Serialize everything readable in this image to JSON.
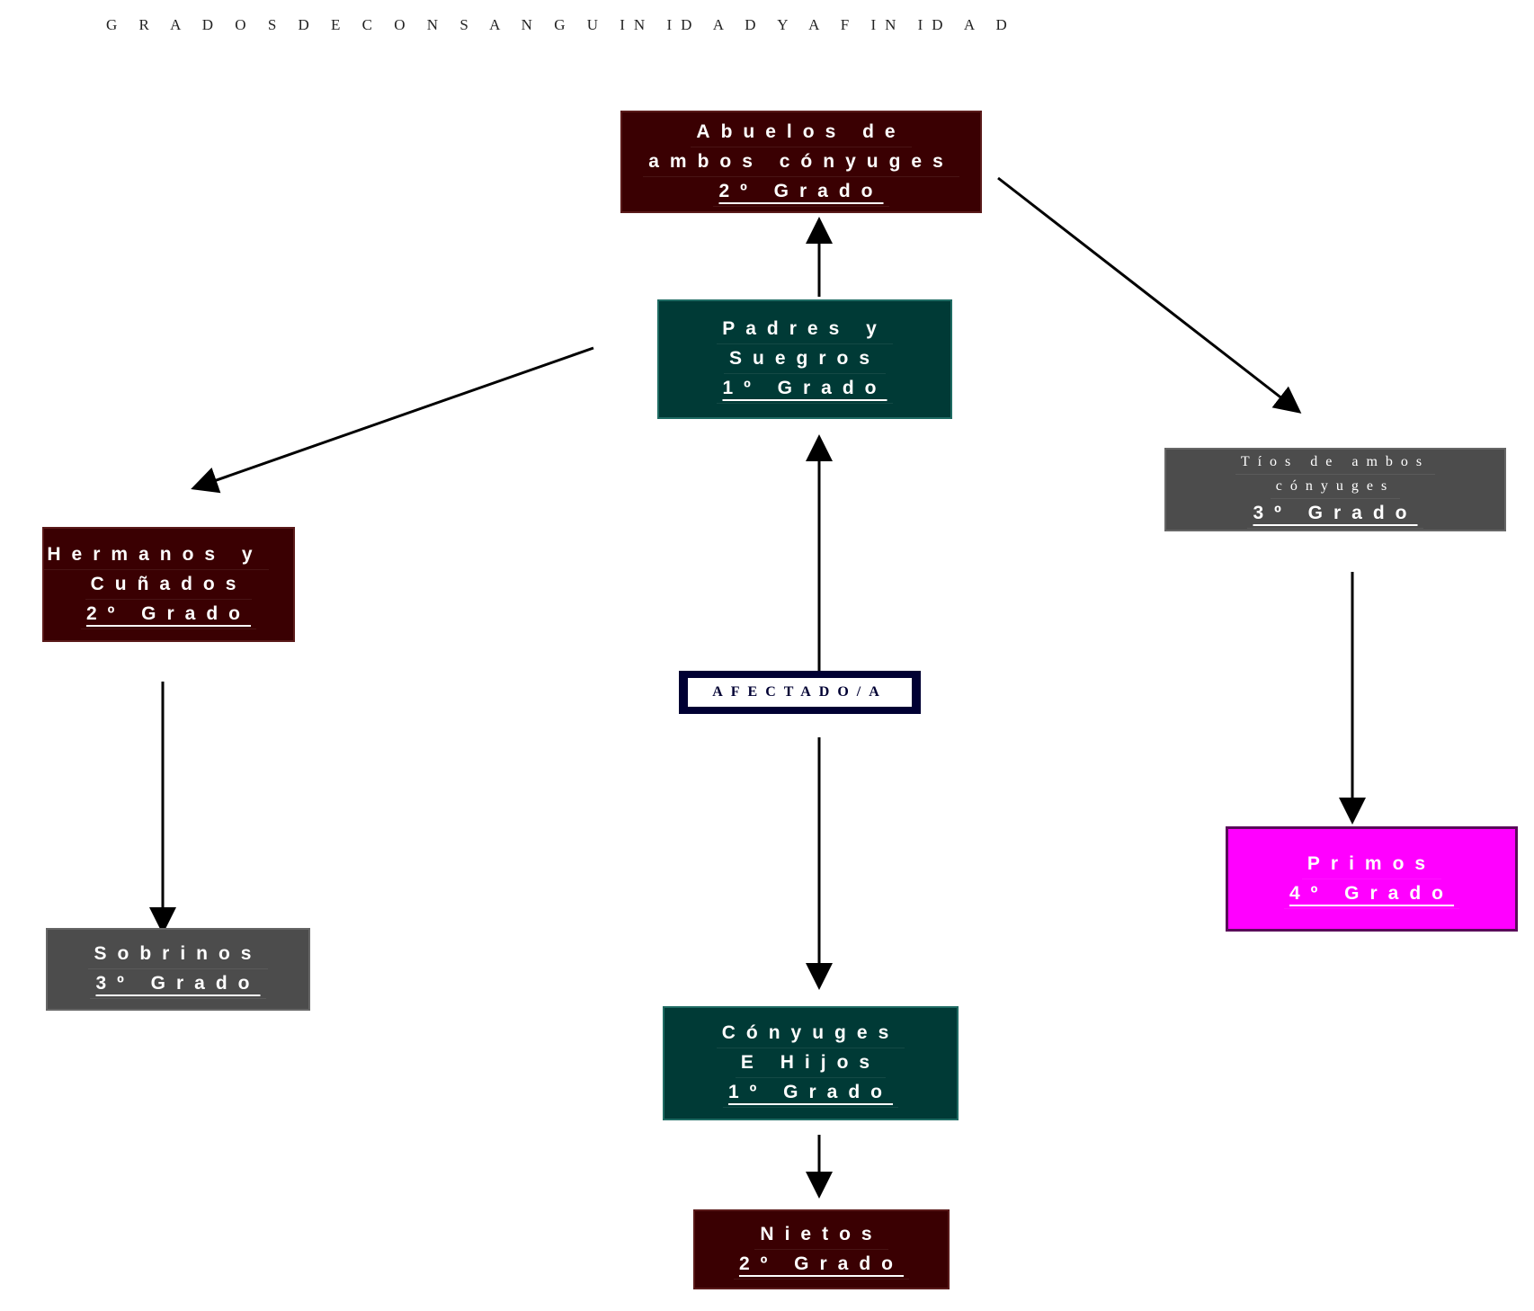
{
  "title": "G R A D O S  D E  C O N S A N G U IN ID A D  Y  A F IN ID A D",
  "nodes": {
    "abuelos": {
      "line1": "Abuelos de",
      "line2": "ambos cónyuges",
      "grade": "2º Grado"
    },
    "padres": {
      "line1": "Padres y",
      "line2": "Suegros",
      "grade": "1º Grado"
    },
    "tios": {
      "line1": "Tíos de ambos",
      "line2": "cónyuges",
      "grade": "3º Grado"
    },
    "hermanos": {
      "line1": "Hermanos y",
      "line2": "Cuñados",
      "grade": "2º Grado"
    },
    "sobrinos": {
      "line1": "Sobrinos",
      "grade": "3º Grado"
    },
    "primos": {
      "line1": "Primos",
      "grade": "4º Grado"
    },
    "afectado": {
      "label": "AFECTADO/A"
    },
    "conyuges": {
      "line1": "Cónyuges",
      "line2": "E Hijos",
      "grade": "1º Grado"
    },
    "nietos": {
      "line1": "Nietos",
      "grade": "2º Grado"
    }
  },
  "colors": {
    "maroon": "#3a0002",
    "teal": "#003a36",
    "gray": "#4c4c4c",
    "magenta": "#ff00ff",
    "navy": "#000033"
  }
}
